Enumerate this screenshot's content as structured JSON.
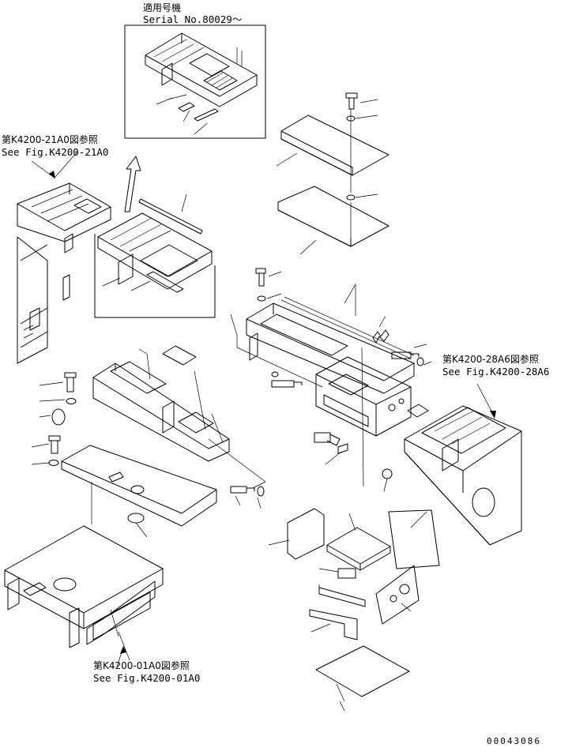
{
  "inset": {
    "title": "適用号機",
    "serial": "Serial No.80029～"
  },
  "references": [
    {
      "jp": "第K4200-21A0図参照",
      "en": "See Fig.K4200-21A0"
    },
    {
      "jp": "第K4200-28A6図参照",
      "en": "See Fig.K4200-28A6"
    },
    {
      "jp": "第K4200-01A0図参照",
      "en": "See Fig.K4200-01A0"
    }
  ],
  "drawing_number": "00043086"
}
